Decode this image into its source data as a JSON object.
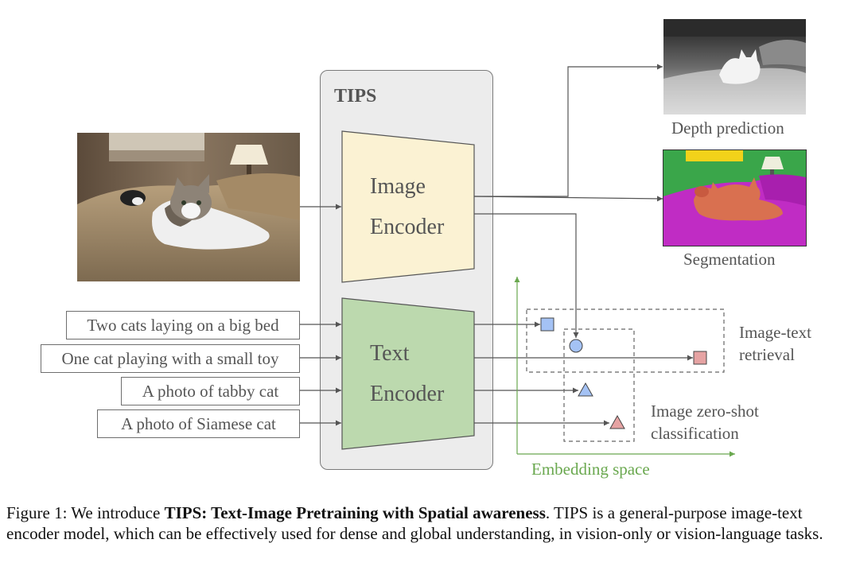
{
  "panel": {
    "title": "TIPS"
  },
  "encoders": {
    "image": {
      "line1": "Image",
      "line2": "Encoder"
    },
    "text": {
      "line1": "Text",
      "line2": "Encoder"
    }
  },
  "captions": [
    "Two cats laying on a big bed",
    "One cat playing with a small toy",
    "A photo of tabby cat",
    "A photo of Siamese cat"
  ],
  "outputs": {
    "depth": "Depth prediction",
    "segmentation": "Segmentation"
  },
  "tasks": {
    "retrieval_line1": "Image-text",
    "retrieval_line2": "retrieval",
    "zeroshot_line1": "Image zero-shot",
    "zeroshot_line2": "classification"
  },
  "embedding_label": "Embedding space",
  "figure_caption": {
    "prefix": "Figure 1:",
    "intro": "We introduce",
    "bold": "TIPS: Text-Image Pretraining with Spatial awareness",
    "rest": ". TIPS is a general-purpose image-text encoder model, which can be effectively used for dense and global understanding, in vision-only or vision-language tasks."
  },
  "colors": {
    "image_encoder": "#fbf2d3",
    "text_encoder": "#bcd9ae",
    "embedding_axis": "#6aa84f",
    "marker_blue": "#a4c2f4",
    "marker_red": "#e6a3a3",
    "segmentation_bg": "#c02cc4",
    "segmentation_wall": "#3aa64a"
  }
}
